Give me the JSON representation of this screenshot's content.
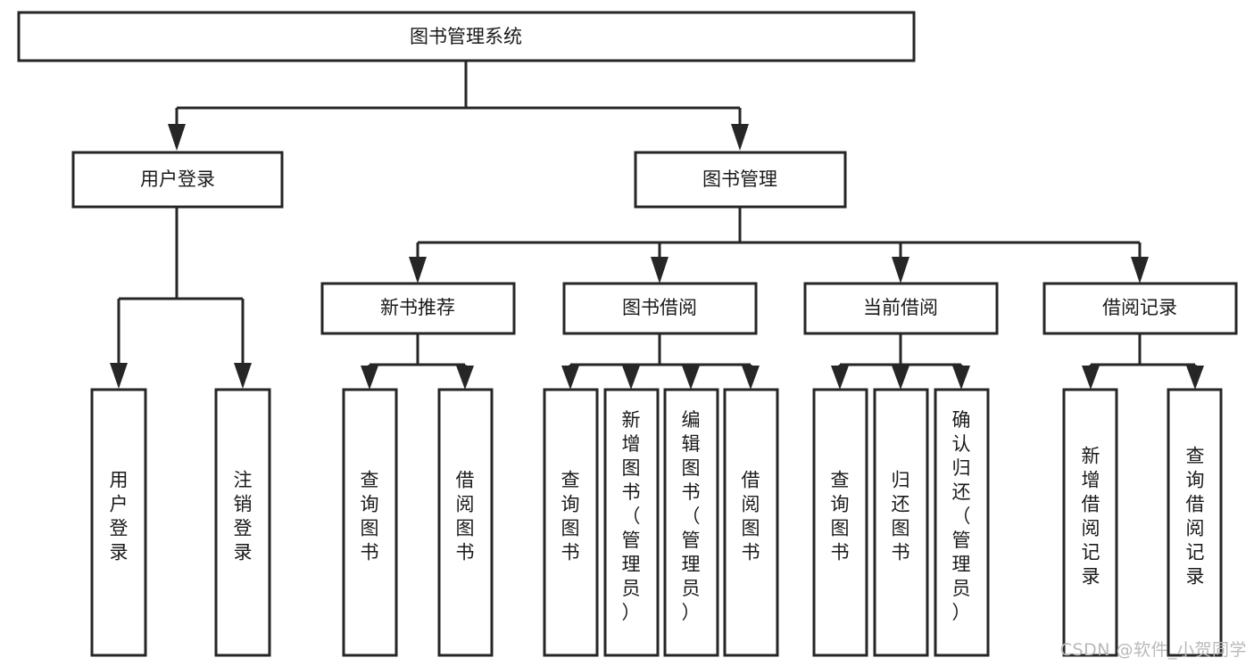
{
  "diagram": {
    "title": "图书管理系统",
    "watermark": "CSDN @软件_小贺同学",
    "colors": {
      "stroke": "#262626",
      "fill": "#ffffff",
      "text": "#1a1a1a",
      "watermark": "#b9b9b9",
      "background": "#ffffff"
    },
    "nodes": {
      "root": {
        "label": "图书管理系统",
        "orientation": "horizontal"
      },
      "level2": [
        {
          "id": "user-login",
          "label": "用户登录",
          "orientation": "horizontal"
        },
        {
          "id": "book-manage",
          "label": "图书管理",
          "orientation": "horizontal"
        }
      ],
      "level3": [
        {
          "id": "new-book-recommend",
          "label": "新书推荐",
          "orientation": "horizontal"
        },
        {
          "id": "book-borrow",
          "label": "图书借阅",
          "orientation": "horizontal"
        },
        {
          "id": "current-borrow",
          "label": "当前借阅",
          "orientation": "horizontal"
        },
        {
          "id": "borrow-record",
          "label": "借阅记录",
          "orientation": "horizontal"
        }
      ],
      "leaves": [
        {
          "id": "leaf-user-login",
          "label": "用户登录",
          "parent": "user-login",
          "orientation": "vertical"
        },
        {
          "id": "leaf-user-logout",
          "label": "注销登录",
          "parent": "user-login",
          "orientation": "vertical"
        },
        {
          "id": "leaf-query-book-1",
          "label": "查询图书",
          "parent": "new-book-recommend",
          "orientation": "vertical"
        },
        {
          "id": "leaf-borrow-book-1",
          "label": "借阅图书",
          "parent": "new-book-recommend",
          "orientation": "vertical"
        },
        {
          "id": "leaf-query-book-2",
          "label": "查询图书",
          "parent": "book-borrow",
          "orientation": "vertical"
        },
        {
          "id": "leaf-add-book",
          "label": "新增图书（管理员）",
          "parent": "book-borrow",
          "orientation": "vertical"
        },
        {
          "id": "leaf-edit-book",
          "label": "编辑图书（管理员）",
          "parent": "book-borrow",
          "orientation": "vertical"
        },
        {
          "id": "leaf-borrow-book-2",
          "label": "借阅图书",
          "parent": "book-borrow",
          "orientation": "vertical"
        },
        {
          "id": "leaf-query-book-3",
          "label": "查询图书",
          "parent": "current-borrow",
          "orientation": "vertical"
        },
        {
          "id": "leaf-return-book",
          "label": "归还图书",
          "parent": "current-borrow",
          "orientation": "vertical"
        },
        {
          "id": "leaf-confirm-return",
          "label": "确认归还（管理员）",
          "parent": "current-borrow",
          "orientation": "vertical"
        },
        {
          "id": "leaf-add-record",
          "label": "新增借阅记录",
          "parent": "borrow-record",
          "orientation": "vertical"
        },
        {
          "id": "leaf-query-record",
          "label": "查询借阅记录",
          "parent": "borrow-record",
          "orientation": "vertical"
        }
      ]
    }
  }
}
